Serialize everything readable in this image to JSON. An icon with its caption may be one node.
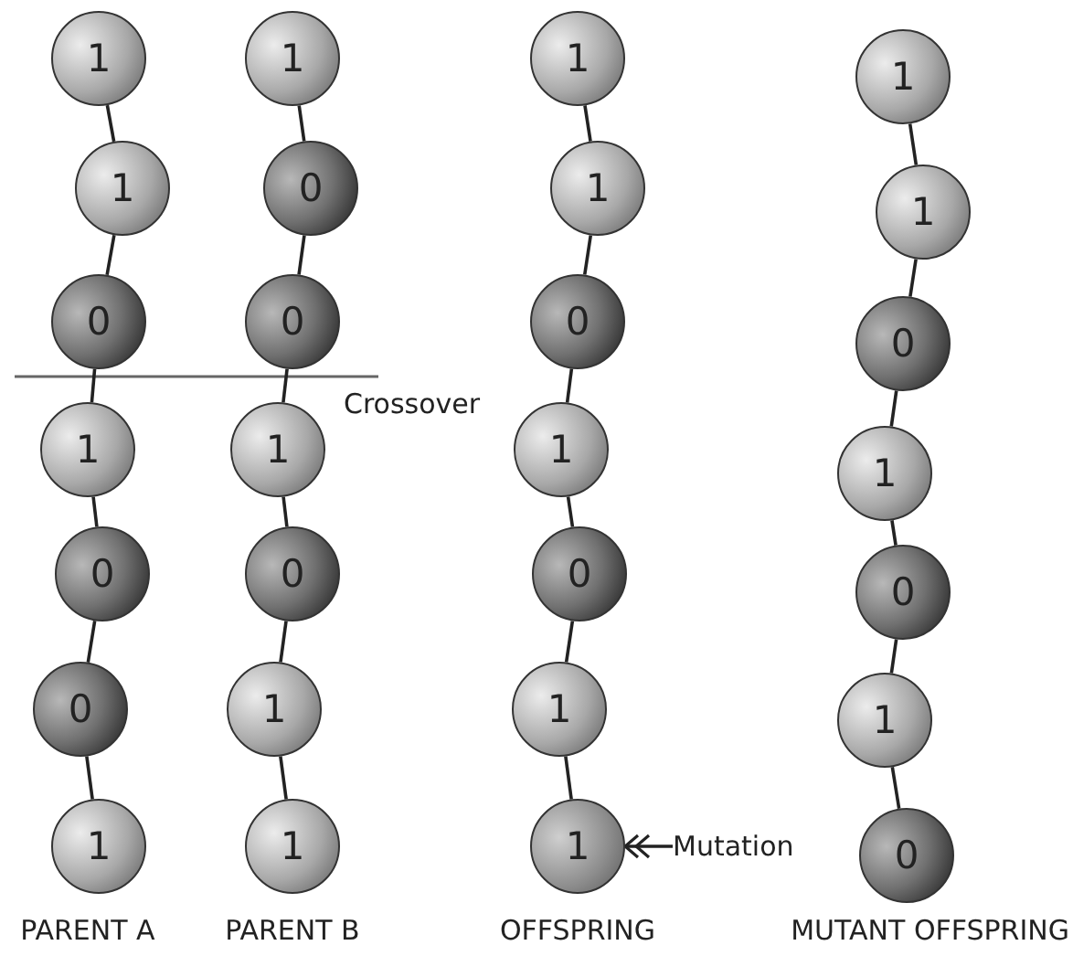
{
  "diagram": {
    "nodes": [
      {
        "text": [
          "1"
        ]
      },
      {
        "text": [
          "1"
        ]
      },
      {
        "text": [
          "0"
        ]
      },
      {
        "text": [
          "1"
        ]
      },
      {
        "text": [
          "0"
        ]
      },
      {
        "text": [
          "0"
        ]
      },
      {
        "text": [
          "1"
        ]
      },
      {
        "text": [
          "1"
        ]
      },
      {
        "text": [
          "0"
        ]
      },
      {
        "text": [
          "0"
        ]
      },
      {
        "text": [
          "1"
        ]
      },
      {
        "text": [
          "0"
        ]
      },
      {
        "text": [
          "1"
        ]
      },
      {
        "text": [
          "1"
        ]
      },
      {
        "text": [
          "1"
        ]
      },
      {
        "text": [
          "1"
        ]
      },
      {
        "text": [
          "0"
        ]
      },
      {
        "text": [
          "1"
        ]
      },
      {
        "text": [
          "0"
        ]
      },
      {
        "text": [
          "1"
        ]
      },
      {
        "text": [
          "1"
        ]
      },
      {
        "text": [
          "1"
        ]
      },
      {
        "text": [
          "1"
        ]
      },
      {
        "text": [
          "0"
        ]
      },
      {
        "text": [
          "1"
        ]
      },
      {
        "text": [
          "0"
        ]
      },
      {
        "text": [
          "1"
        ]
      },
      {
        "text": [
          "0"
        ]
      },
      {
        "text": [
          "Mutation"
        ]
      }
    ],
    "edges": [
      {
        "from": 0,
        "to": 1,
        "arrow": "none"
      },
      {
        "from": 1,
        "to": 2,
        "arrow": "none"
      },
      {
        "from": 2,
        "to": 3,
        "arrow": "none"
      },
      {
        "from": 3,
        "to": 4,
        "arrow": "none"
      },
      {
        "from": 4,
        "to": 5,
        "arrow": "none"
      },
      {
        "from": 5,
        "to": 6,
        "arrow": "none"
      },
      {
        "from": 7,
        "to": 8,
        "arrow": "none"
      },
      {
        "from": 8,
        "to": 9,
        "arrow": "none"
      },
      {
        "from": 9,
        "to": 10,
        "arrow": "none"
      },
      {
        "from": 10,
        "to": 11,
        "arrow": "none"
      },
      {
        "from": 11,
        "to": 12,
        "arrow": "none"
      },
      {
        "from": 12,
        "to": 13,
        "arrow": "none"
      },
      {
        "from": 14,
        "to": 15,
        "arrow": "none"
      },
      {
        "from": 15,
        "to": 16,
        "arrow": "none"
      },
      {
        "from": 16,
        "to": 17,
        "arrow": "none"
      },
      {
        "from": 17,
        "to": 18,
        "arrow": "none"
      },
      {
        "from": 18,
        "to": 19,
        "arrow": "none"
      },
      {
        "from": 19,
        "to": 20,
        "arrow": "none"
      },
      {
        "from": 21,
        "to": 22,
        "arrow": "none"
      },
      {
        "from": 22,
        "to": 23,
        "arrow": "none"
      },
      {
        "from": 23,
        "to": 24,
        "arrow": "none"
      },
      {
        "from": 24,
        "to": 25,
        "arrow": "none"
      },
      {
        "from": 25,
        "to": 26,
        "arrow": "none"
      },
      {
        "from": 26,
        "to": 27,
        "arrow": "none"
      },
      {
        "from": 28,
        "to": 20,
        "arrow": "to"
      }
    ],
    "labels": [
      "Crossover",
      "PARENT A",
      "PARENT B",
      "OFFSPRING",
      "MUTANT OFFSPRING"
    ]
  }
}
